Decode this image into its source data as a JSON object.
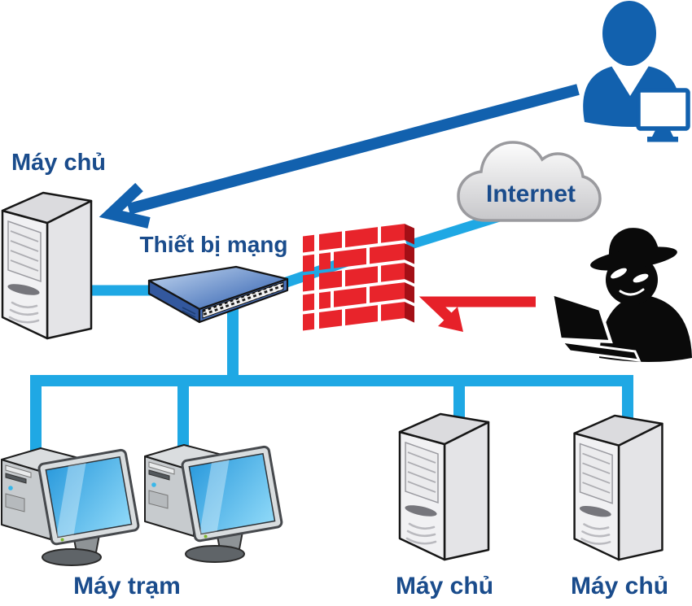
{
  "labels": {
    "server_top": "Máy chủ",
    "network_device": "Thiết bị mạng",
    "internet": "Internet",
    "workstations": "Máy trạm",
    "server_bottom_left": "Máy chủ",
    "server_bottom_right": "Máy chủ"
  },
  "colors": {
    "link_cyan": "#1FA8E4",
    "arrow_blue": "#1261AE",
    "attack_red": "#E62129",
    "brick_red": "#E8242B",
    "brick_dark": "#A30F16",
    "label_text": "#1A4C8C",
    "silhouette_black": "#0A0A0A"
  },
  "icons": {
    "server": "tower-server-icon",
    "network_device": "network-switch-icon",
    "internet": "cloud-icon",
    "firewall": "brick-wall-firewall-icon",
    "remote_user": "user-with-monitor-icon",
    "attacker": "hacker-with-laptop-icon",
    "workstation": "desktop-computer-icon"
  },
  "connections": [
    {
      "from": "remote-user",
      "to": "server-top",
      "style": "dark-blue-arrow"
    },
    {
      "from": "internet",
      "to": "firewall",
      "style": "cyan-link"
    },
    {
      "from": "firewall",
      "to": "network-device",
      "style": "cyan-link"
    },
    {
      "from": "network-device",
      "to": "server-top",
      "style": "cyan-link"
    },
    {
      "from": "network-device",
      "to": "lan-bus",
      "style": "cyan-link"
    },
    {
      "from": "lan-bus",
      "to": "workstation-1",
      "style": "cyan-link"
    },
    {
      "from": "lan-bus",
      "to": "workstation-2",
      "style": "cyan-link"
    },
    {
      "from": "lan-bus",
      "to": "server-bottom-left",
      "style": "cyan-link"
    },
    {
      "from": "lan-bus",
      "to": "server-bottom-right",
      "style": "cyan-link"
    },
    {
      "from": "hacker",
      "to": "firewall",
      "style": "red-arrow-deflected"
    }
  ]
}
